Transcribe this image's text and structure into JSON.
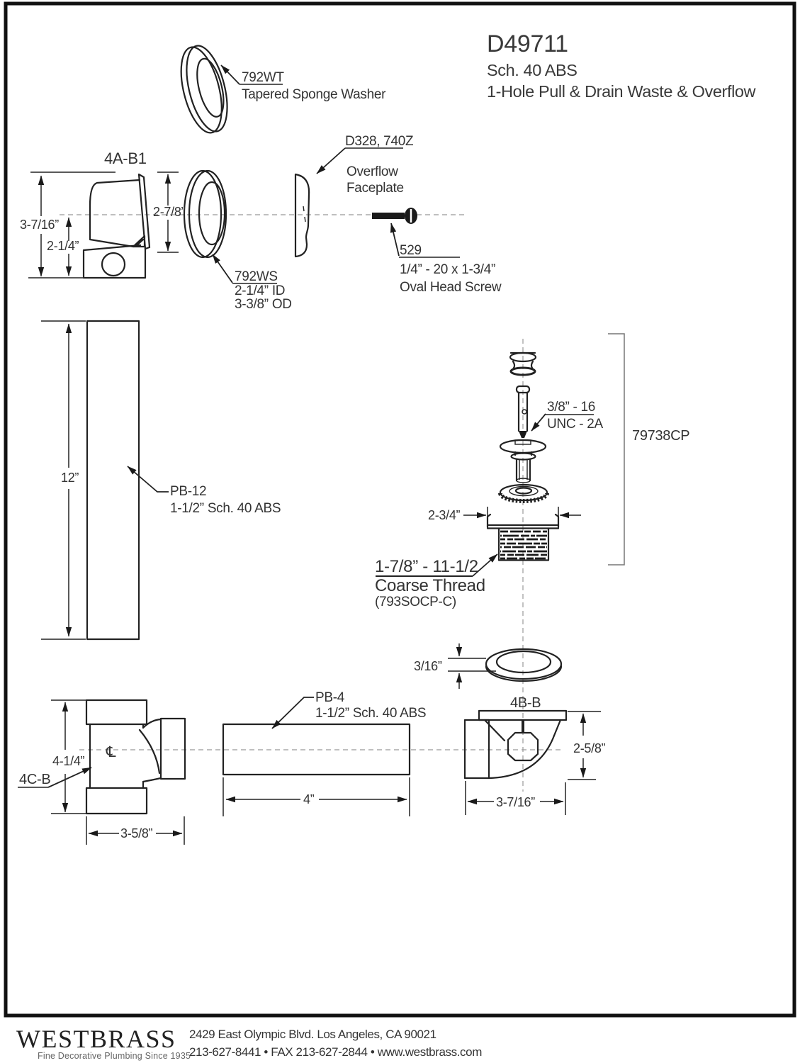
{
  "header": {
    "model": "D49711",
    "material": "Sch. 40 ABS",
    "product": "1-Hole Pull & Drain Waste & Overflow"
  },
  "washer_792wt": {
    "code": "792WT",
    "name": "Tapered Sponge Washer"
  },
  "elbow_4ab1": {
    "code": "4A-B1",
    "dim_height": "3-7/16”",
    "dim_center": "2-1/4”"
  },
  "washer_792ws": {
    "code": "792WS",
    "inner": "2-1/4” ID",
    "outer": "3-3/8” OD",
    "dim_height": "2-7/8”"
  },
  "faceplate": {
    "code": "D328, 740Z",
    "name1": "Overflow",
    "name2": "Faceplate"
  },
  "screw_529": {
    "code": "529",
    "spec": "1/4” - 20 x 1-3/4”",
    "name": "Oval Head Screw"
  },
  "tube_pb12": {
    "code": "PB-12",
    "spec": "1-1/2” Sch. 40 ABS",
    "length": "12”"
  },
  "drain_79738cp": {
    "code": "79738CP",
    "thread_line1": "3/8” - 16",
    "thread_line2": "UNC - 2A",
    "flange_width": "2-3/4”",
    "coarse_line1": "1-7/8” - 11-1/2",
    "coarse_line2": "Coarse Thread",
    "coarse_line3": "(793SOCP-C)"
  },
  "washer_316": {
    "thickness": "3/16”"
  },
  "tee_4cb": {
    "code": "4C-B",
    "dim_height": "4-1/4”",
    "dim_width": "3-5/8”",
    "centerline_symbol": "℄"
  },
  "tube_pb4": {
    "code": "PB-4",
    "spec": "1-1/2” Sch. 40 ABS",
    "length": "4”"
  },
  "elbow_4bb": {
    "code": "4B-B",
    "dim_height": "2-5/8”",
    "dim_width": "3-7/16”"
  },
  "footer": {
    "logo": "WESTBRASS",
    "tagline": "Fine Decorative Plumbing Since 1935",
    "address": "2429 East Olympic Blvd. Los Angeles, CA  90021",
    "contact": "213-627-8441 • FAX 213-627-2844 • www.westbrass.com"
  }
}
